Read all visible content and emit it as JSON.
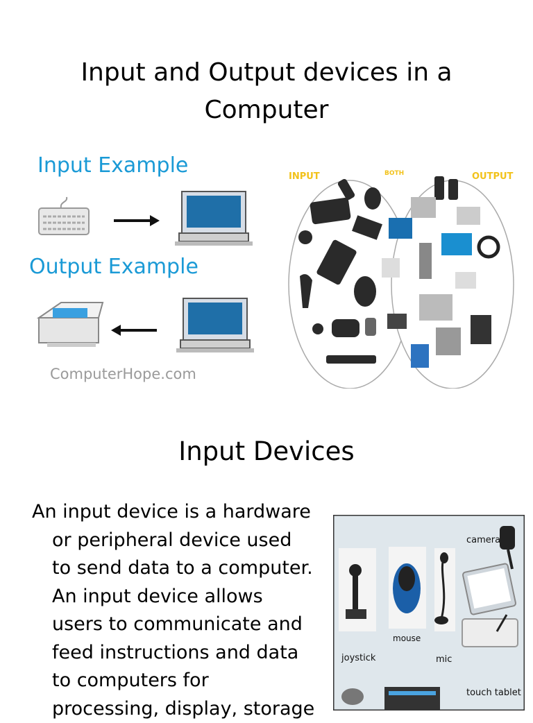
{
  "slide1": {
    "title_line1": "Input and Output devices in a",
    "title_line2": "Computer",
    "fig1": {
      "input_label": "Input Example",
      "output_label": "Output Example",
      "credit": "ComputerHope.com",
      "accent": "#1a9ad6"
    },
    "fig2": {
      "input_label": "INPUT",
      "both_label": "BOTH",
      "output_label": "OUTPUT",
      "label_color": "#f2c21a"
    }
  },
  "slide2": {
    "heading": "Input Devices",
    "paragraph_lines": [
      "An input device is a hardware",
      "or peripheral device used",
      "to send data to a computer.",
      "An input device allows",
      "users to communicate and",
      "feed instructions and data",
      "to computers for",
      "processing, display, storage"
    ],
    "fig3": {
      "labels": [
        "camera",
        "mouse",
        "joystick",
        "mic",
        "touch tablet"
      ]
    }
  }
}
